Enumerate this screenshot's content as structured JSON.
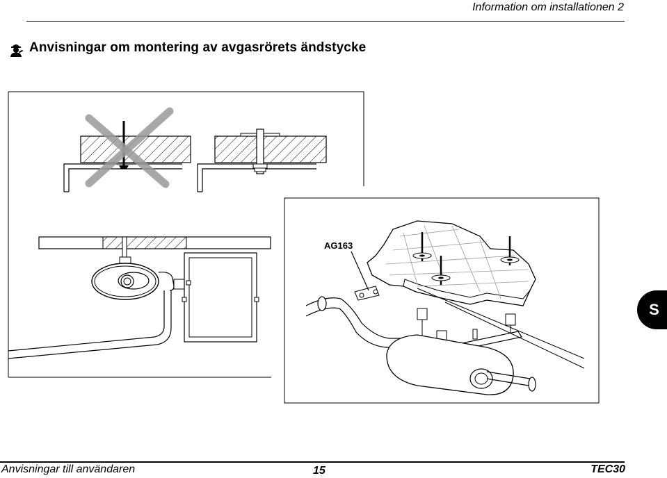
{
  "header": {
    "title": "Information om installationen 2"
  },
  "section": {
    "title": "Anvisningar om montering av avgasrörets ändstycke",
    "icon": "mechanic-icon"
  },
  "figure": {
    "label": "AG163"
  },
  "side_tab": {
    "label": "S"
  },
  "footer": {
    "left": "Anvisningar till användaren",
    "page": "15",
    "right": "TEC30"
  }
}
